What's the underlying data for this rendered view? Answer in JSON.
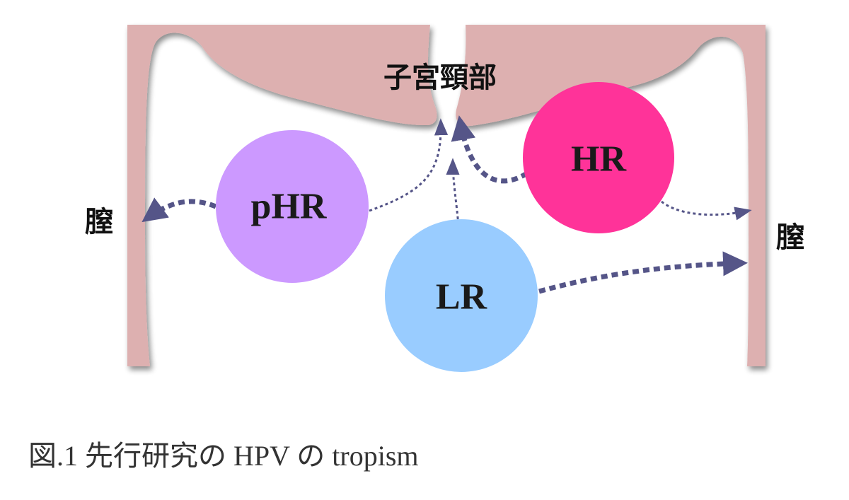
{
  "labels": {
    "cervix": "子宮頸部",
    "vagina_left": "膣",
    "vagina_right": "膣"
  },
  "circles": {
    "phr": {
      "label": "pHR",
      "color": "#cc99ff"
    },
    "hr": {
      "label": "HR",
      "color": "#ff3399"
    },
    "lr": {
      "label": "LR",
      "color": "#99ccff"
    }
  },
  "colors": {
    "tissue": "#ddb0b0",
    "arrow": "#555588"
  },
  "caption": "図.1 先行研究の HPV の tropism"
}
